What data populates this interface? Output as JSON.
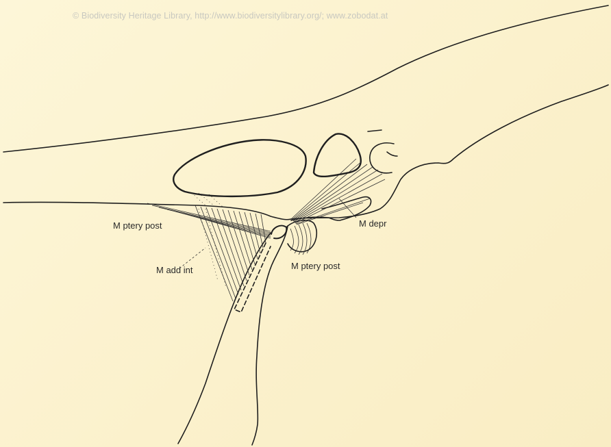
{
  "watermark": "© Biodiversity Heritage Library, http://www.biodiversitylibrary.org/; www.zobodat.at",
  "labels": {
    "ptery_post_left": "M ptery post",
    "madd_int": "M add int",
    "ptery_post_right": "M ptery post",
    "depr": "M depr"
  },
  "colors": {
    "background": "#fbf3d0",
    "ink": "#1f1f1f",
    "watermark": "#c8c8c0"
  }
}
